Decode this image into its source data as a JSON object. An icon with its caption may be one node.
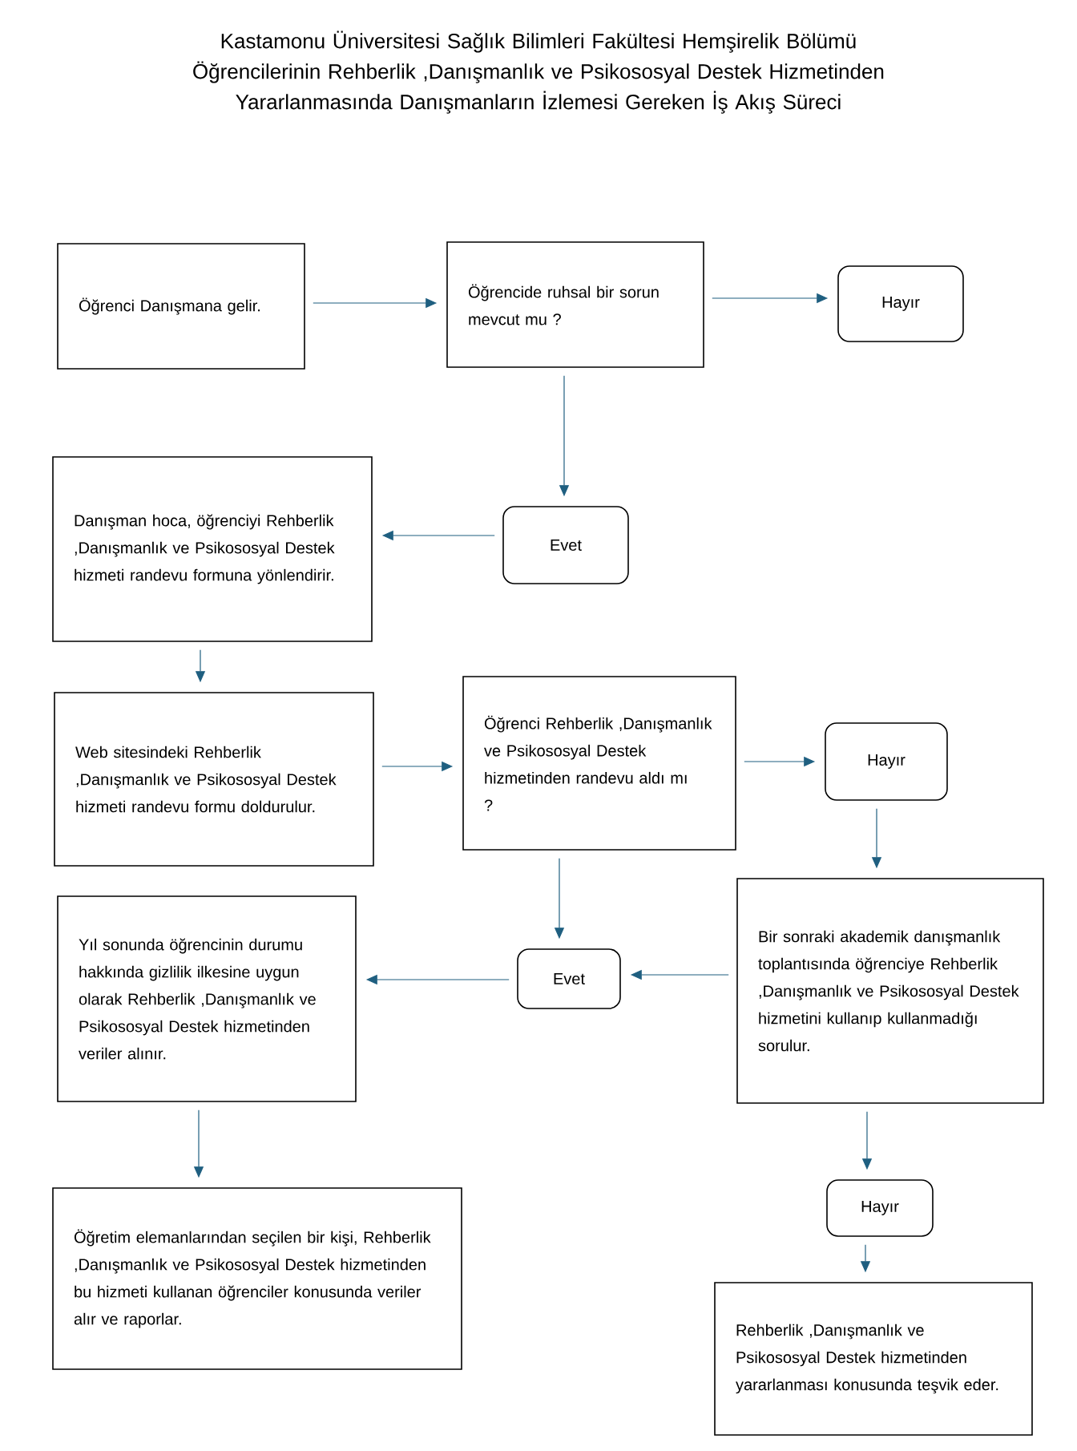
{
  "diagram": {
    "title": "Kastamonu Üniversitesi Sağlık Bilimleri Fakültesi Hemşirelik Bölümü Öğrencilerinin Rehberlik ,Danışmanlık ve Psikososyal Destek Hizmetinden Yararlanmasında Danışmanların İzlemesi Gereken İş Akış Süreci",
    "nodes": [
      {
        "text": [
          "Öğrenci Danışmana gelir."
        ]
      },
      {
        "text": [
          "Öğrencide ruhsal bir sorun mevcut mu ?"
        ]
      },
      {
        "text": [
          "Hayır"
        ]
      },
      {
        "text": [
          "Danışman hoca, öğrenciyi Rehberlik ,Danışmanlık ve Psikososyal Destek hizmeti randevu formuna yönlendirir."
        ]
      },
      {
        "text": [
          "Evet"
        ]
      },
      {
        "text": [
          "Web sitesindeki Rehberlik ,Danışmanlık ve Psikososyal Destek hizmeti randevu formu doldurulur."
        ]
      },
      {
        "text": [
          "Öğrenci Rehberlik ,Danışmanlık ve Psikososyal Destek hizmetinden randevu aldı mı ?"
        ]
      },
      {
        "text": [
          "Hayır"
        ]
      },
      {
        "text": [
          "Yıl sonunda öğrencinin durumu hakkında gizlilik ilkesine uygun olarak Rehberlik ,Danışmanlık ve Psikososyal Destek hizmetinden veriler alınır."
        ]
      },
      {
        "text": [
          "Evet"
        ]
      },
      {
        "text": [
          "Bir sonraki akademik danışmanlık toplantısında öğrenciye Rehberlik ,Danışmanlık ve Psikososyal Destek hizmetini kullanıp kullanmadığı sorulur."
        ]
      },
      {
        "text": [
          "Hayır"
        ]
      },
      {
        "text": [
          "Öğretim elemanlarından seçilen bir kişi, Rehberlik ,Danışmanlık ve Psikososyal Destek hizmetinden bu hizmeti kullanan öğrenciler konusunda veriler alır ve raporlar."
        ]
      },
      {
        "text": [
          "Rehberlik ,Danışmanlık ve Psikososyal Destek hizmetinden yararlanması konusunda teşvik eder."
        ]
      }
    ],
    "edges": [
      {
        "from": 0,
        "to": 1,
        "arrow": "to"
      },
      {
        "from": 1,
        "to": 2,
        "arrow": "to"
      },
      {
        "from": 1,
        "to": 4,
        "arrow": "to"
      },
      {
        "from": 4,
        "to": 3,
        "arrow": "to"
      },
      {
        "from": 3,
        "to": 5,
        "arrow": "to"
      },
      {
        "from": 5,
        "to": 6,
        "arrow": "to"
      },
      {
        "from": 6,
        "to": 7,
        "arrow": "to"
      },
      {
        "from": 7,
        "to": 10,
        "arrow": "to"
      },
      {
        "from": 6,
        "to": 9,
        "arrow": "to"
      },
      {
        "from": 10,
        "to": 9,
        "arrow": "to"
      },
      {
        "from": 9,
        "to": 8,
        "arrow": "to"
      },
      {
        "from": 8,
        "to": 12,
        "arrow": "to"
      },
      {
        "from": 10,
        "to": 11,
        "arrow": "to"
      },
      {
        "from": 11,
        "to": 13,
        "arrow": "to"
      }
    ]
  }
}
